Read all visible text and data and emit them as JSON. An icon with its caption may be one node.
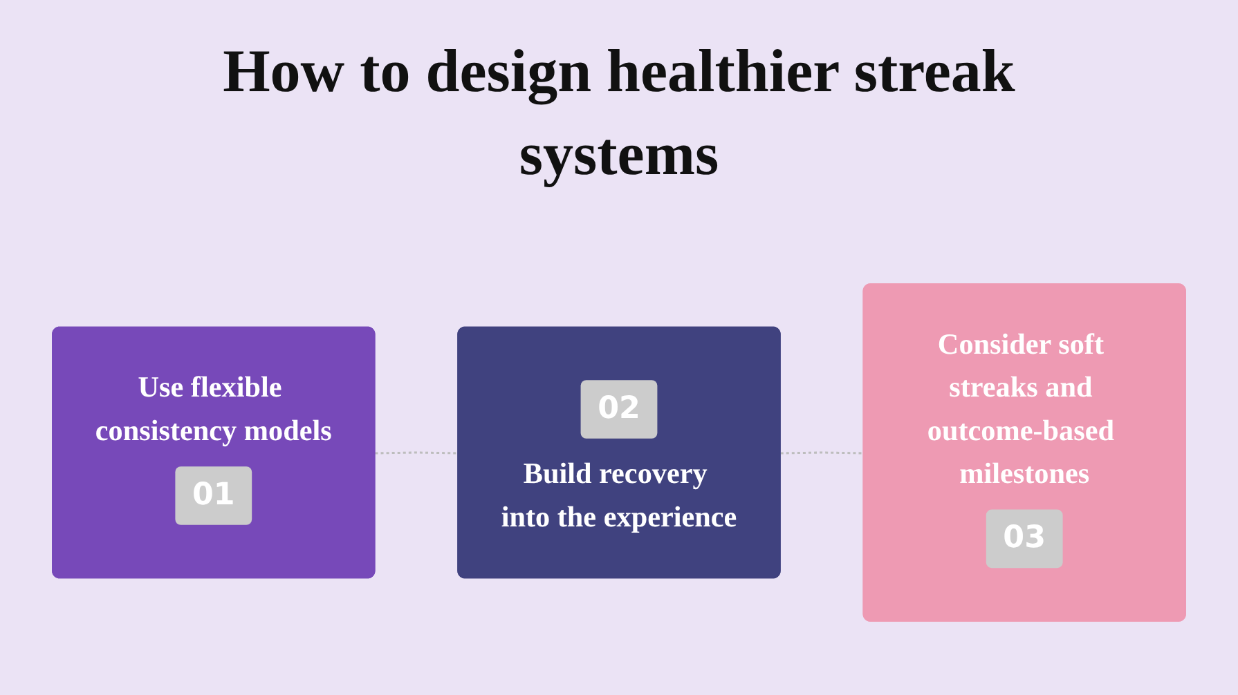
{
  "diagram": {
    "title": "How to design healthier streak systems",
    "nodes": [
      {
        "text": [
          "Use flexible consistency models",
          "01"
        ]
      },
      {
        "text": [
          "02",
          "Build recovery into the experience"
        ]
      },
      {
        "text": [
          "Consider soft streaks and outcome-based milestones",
          "03"
        ]
      }
    ],
    "edges": [
      {
        "from": 0,
        "to": 1,
        "arrow": "none",
        "style": "dashed"
      },
      {
        "from": 1,
        "to": 2,
        "arrow": "none",
        "style": "dashed"
      }
    ]
  }
}
